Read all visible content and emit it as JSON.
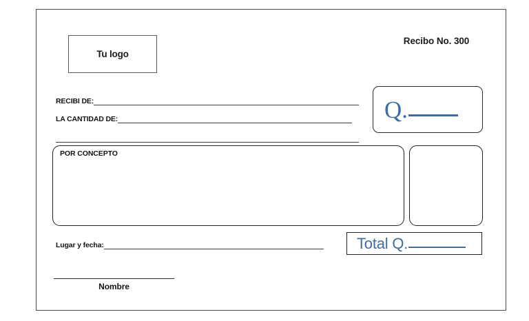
{
  "document": {
    "type": "receipt-template",
    "language": "es",
    "accent_color": "#3d6e9e",
    "ink_color": "#1b1b1b",
    "border_color": "#4a4a4a",
    "background": "#ffffff"
  },
  "header": {
    "logo_placeholder": "Tu logo",
    "receipt_number_label": "Recibo No. 300"
  },
  "fields": {
    "recibi_de_label": "RECIBI DE:",
    "recibi_de_value": "",
    "cantidad_de_label": "LA CANTIDAD DE:",
    "cantidad_de_value": "",
    "cantidad_de_continuation_value": "",
    "lugar_y_fecha_label": "Lugar y fecha:",
    "lugar_y_fecha_value": ""
  },
  "amount_box": {
    "currency_symbol": "Q.",
    "amount_value": ""
  },
  "concepto": {
    "label": "POR CONCEPTO",
    "value": ""
  },
  "side_box": {
    "value": ""
  },
  "total_box": {
    "label": "Total Q.",
    "value": ""
  },
  "signature": {
    "caption": "Nombre",
    "value": ""
  }
}
